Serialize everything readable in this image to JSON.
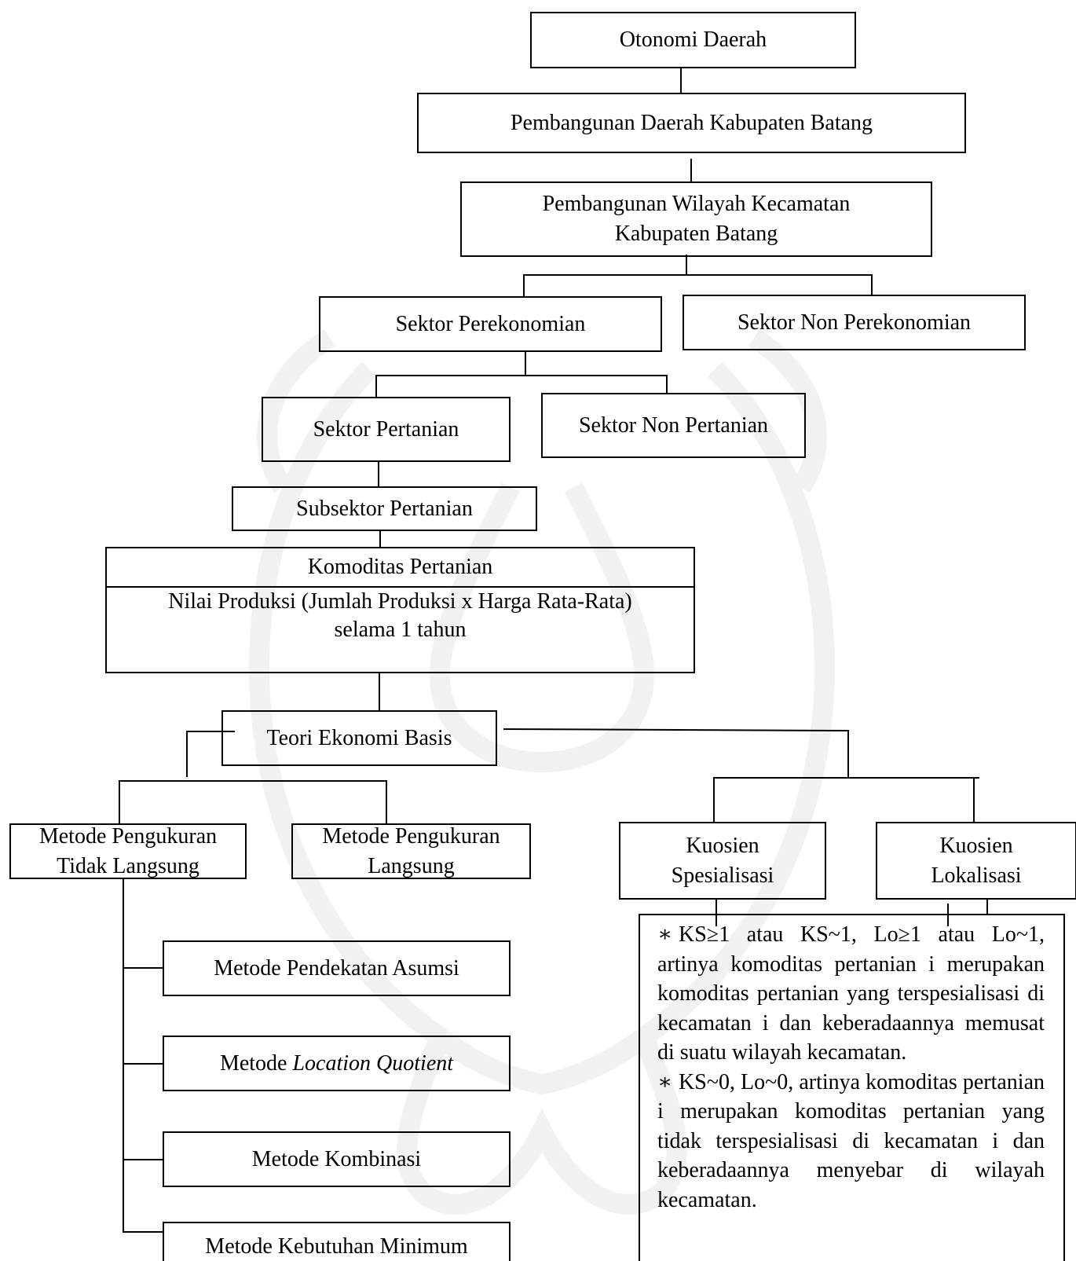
{
  "nodes": {
    "otonomi": "Otonomi Daerah",
    "pembangunan_daerah": "Pembangunan Daerah Kabupaten Batang",
    "pembangunan_wilayah": "Pembangunan Wilayah Kecamatan\nKabupaten Batang",
    "sektor_perekonomian": "Sektor  Perekonomian",
    "sektor_non_perekonomian": "Sektor  Non Perekonomian",
    "sektor_pertanian": "Sektor Pertanian",
    "sektor_non_pertanian": "Sektor Non Pertanian",
    "subsektor_pertanian": "Subsektor Pertanian",
    "komoditas_pertanian": "Komoditas Pertanian",
    "nilai_produksi": "Nilai Produksi (Jumlah Produksi x Harga Rata-Rata)\nselama 1 tahun",
    "teori_ekonomi_basis": "Teori Ekonomi Basis",
    "metode_tidak_langsung": "Metode Pengukuran\nTidak Langsung",
    "metode_langsung": "Metode Pengukuran\nLangsung",
    "kuosien_spesialisasi": "Kuosien\nSpesialisasi",
    "kuosien_lokalisasi": "Kuosien\nLokalisasi",
    "metode_pendekatan_asumsi": "Metode Pendekatan Asumsi",
    "metode_lq_prefix": "Metode ",
    "metode_lq_italic": "Location Quotient",
    "metode_kombinasi": "Metode Kombinasi",
    "metode_kebutuhan_minimum": "Metode Kebutuhan Minimum"
  },
  "note": {
    "bullet": "∗",
    "paragraph1": "KS≥1 atau KS~1, Lo≥1 atau Lo~1, artinya komoditas pertanian i merupakan komoditas pertanian yang terspesialisasi di kecamatan i dan keberadaannya memusat di suatu wilayah kecamatan.",
    "paragraph2": "KS~0, Lo~0, artinya komoditas pertanian i merupakan komoditas pertanian yang tidak terspesialisasi di kecamatan i dan keberadaannya menyebar di wilayah kecamatan."
  }
}
